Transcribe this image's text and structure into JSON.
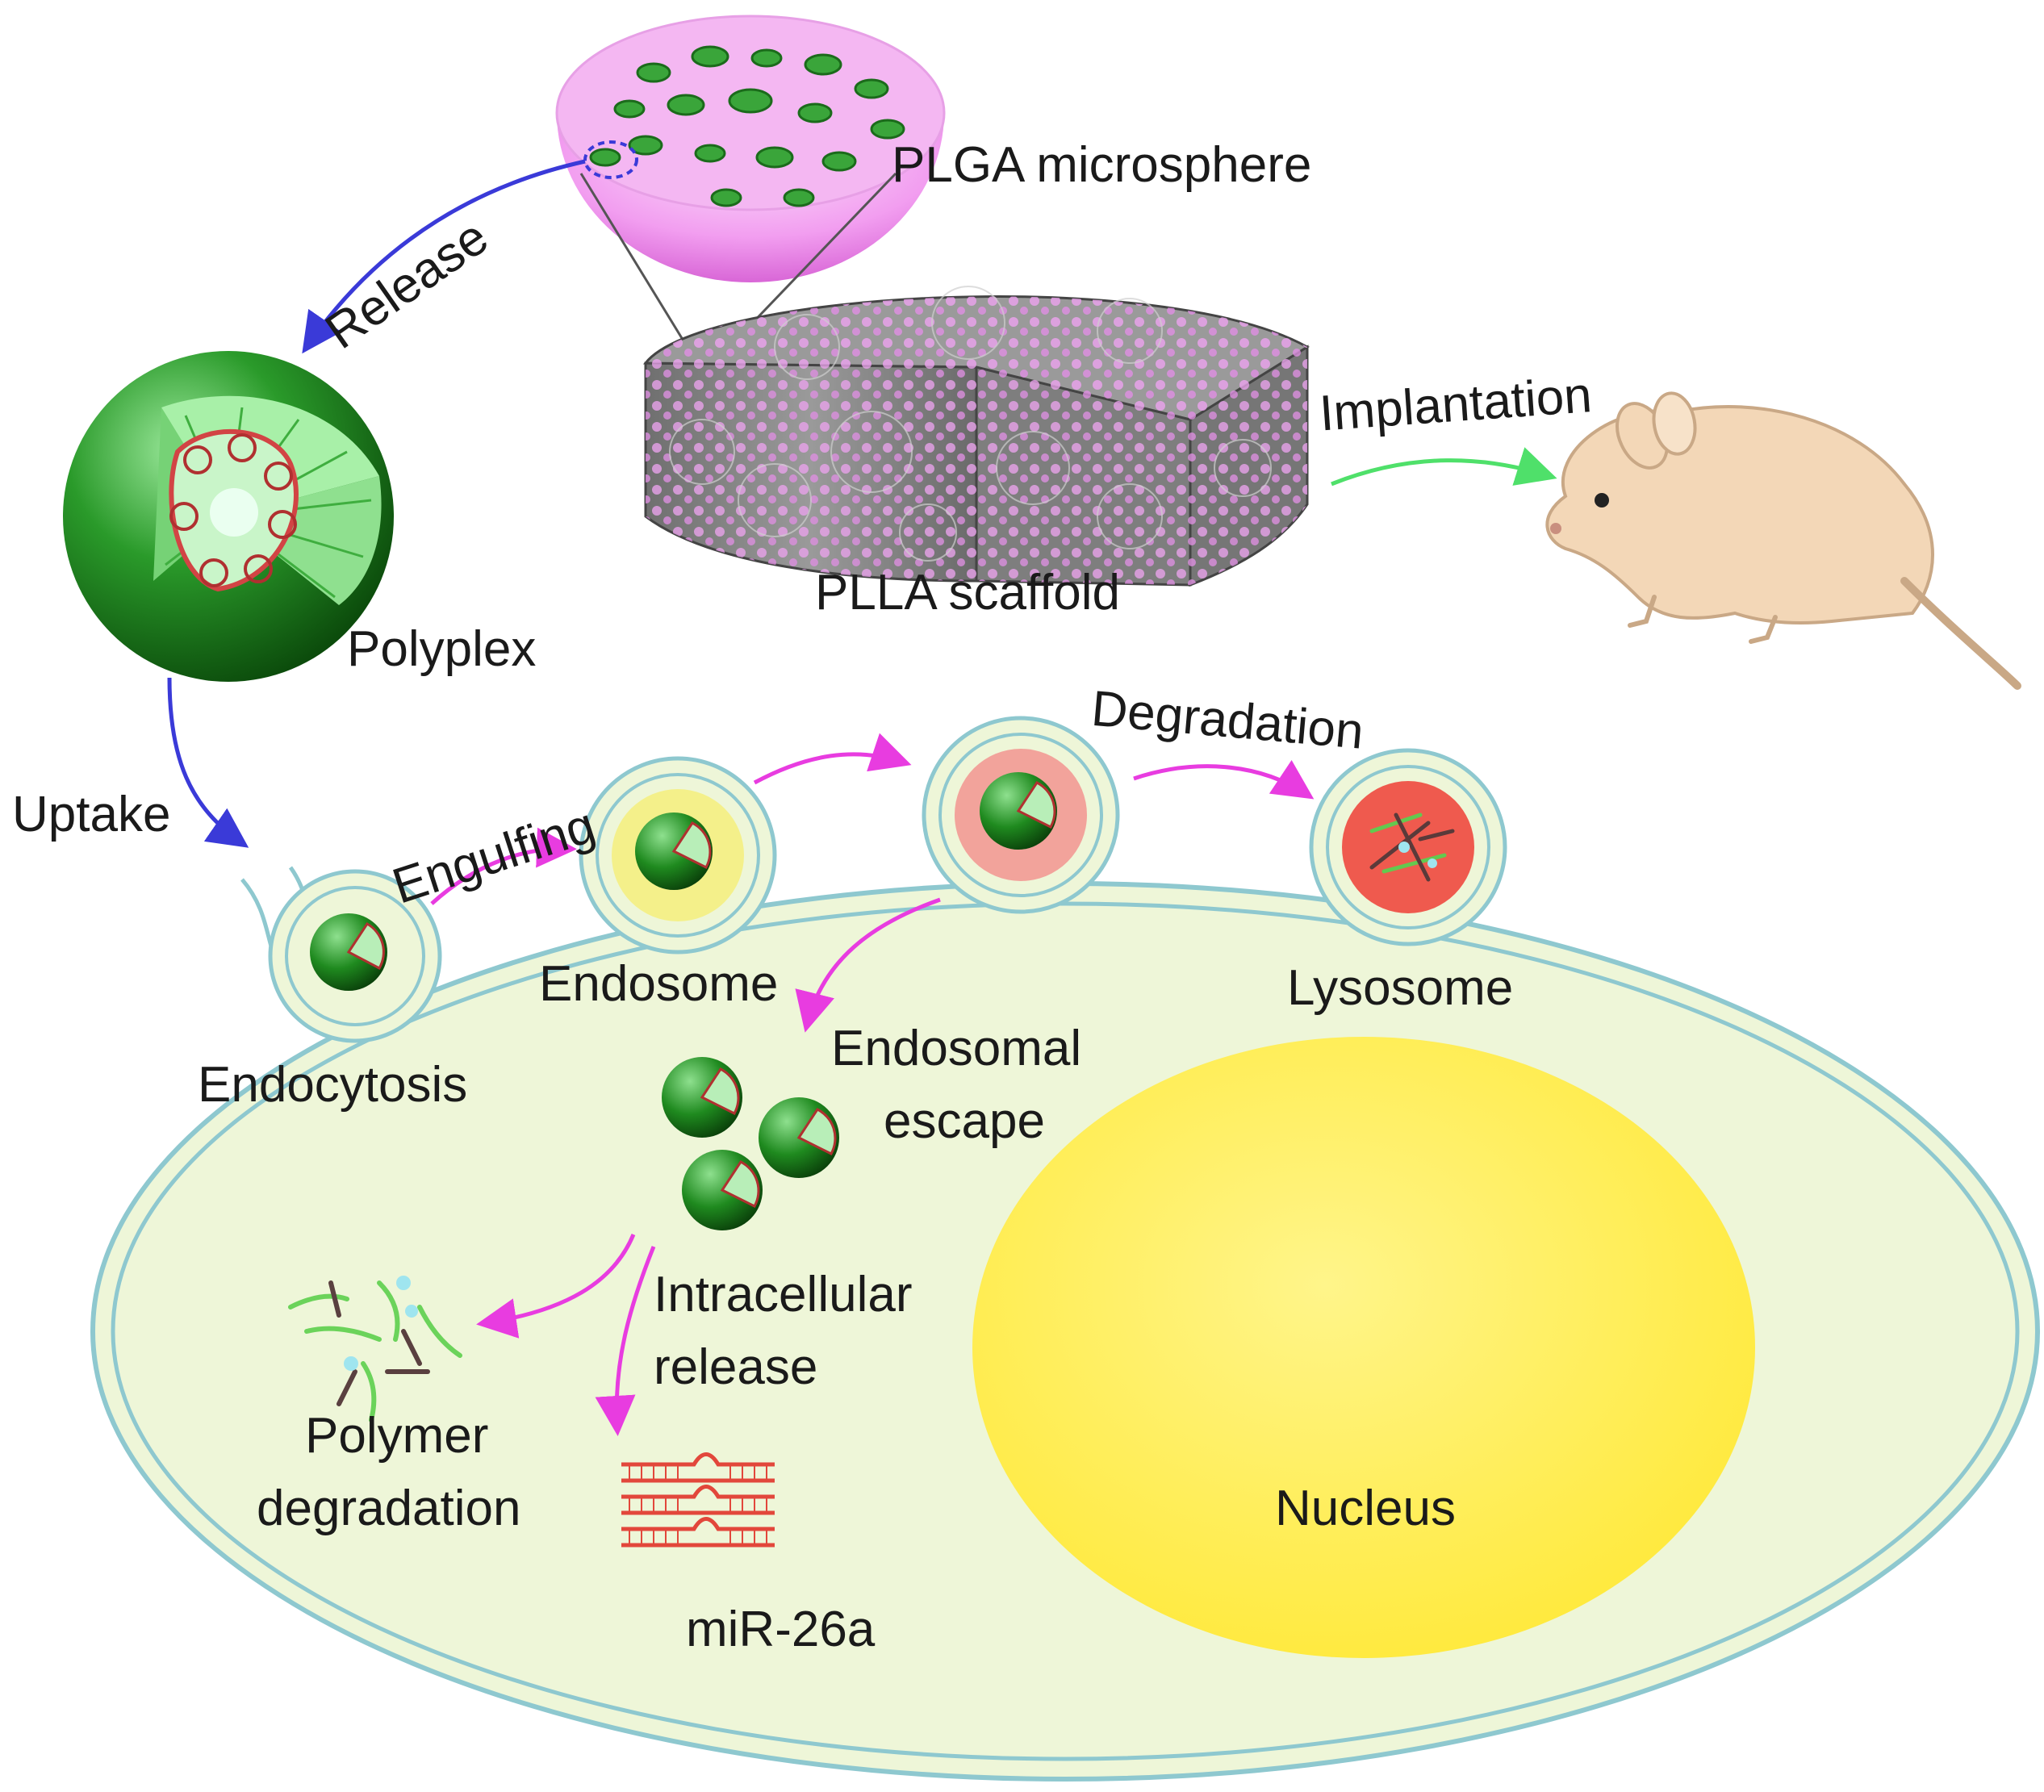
{
  "labels": {
    "plga_microsphere": "PLGA microsphere",
    "release": "Release",
    "polyplex": "Polyplex",
    "plla_scaffold": "PLLA scaffold",
    "implantation": "Implantation",
    "uptake": "Uptake",
    "engulfing": "Engulfing",
    "degradation": "Degradation",
    "endosome": "Endosome",
    "lysosome": "Lysosome",
    "endocytosis": "Endocytosis",
    "endosomal_1": "Endosomal",
    "endosomal_2": "escape",
    "intracellular_1": "Intracellular",
    "intracellular_2": "release",
    "polymer_1": "Polymer",
    "polymer_2": "degradation",
    "mir": "miR-26a",
    "nucleus": "Nucleus"
  },
  "colors": {
    "cell_fill": "#eef6d8",
    "cell_membrane": "#8ec8cf",
    "nucleus": "#fff155",
    "polyplex_green": "#1f8a1f",
    "microsphere_pink": "#f2a0f0",
    "scaffold_gray": "#8a8a8a",
    "arrow_blue": "#3a3ad8",
    "arrow_magenta": "#e83ce0",
    "arrow_green": "#4fe06a",
    "mouse": "#f3d7b7",
    "mirna_red": "#e2473b",
    "endosome_yellow": "#f4f08a",
    "endosome_pink": "#f2a39b",
    "lysosome_red": "#ef5a4e"
  }
}
